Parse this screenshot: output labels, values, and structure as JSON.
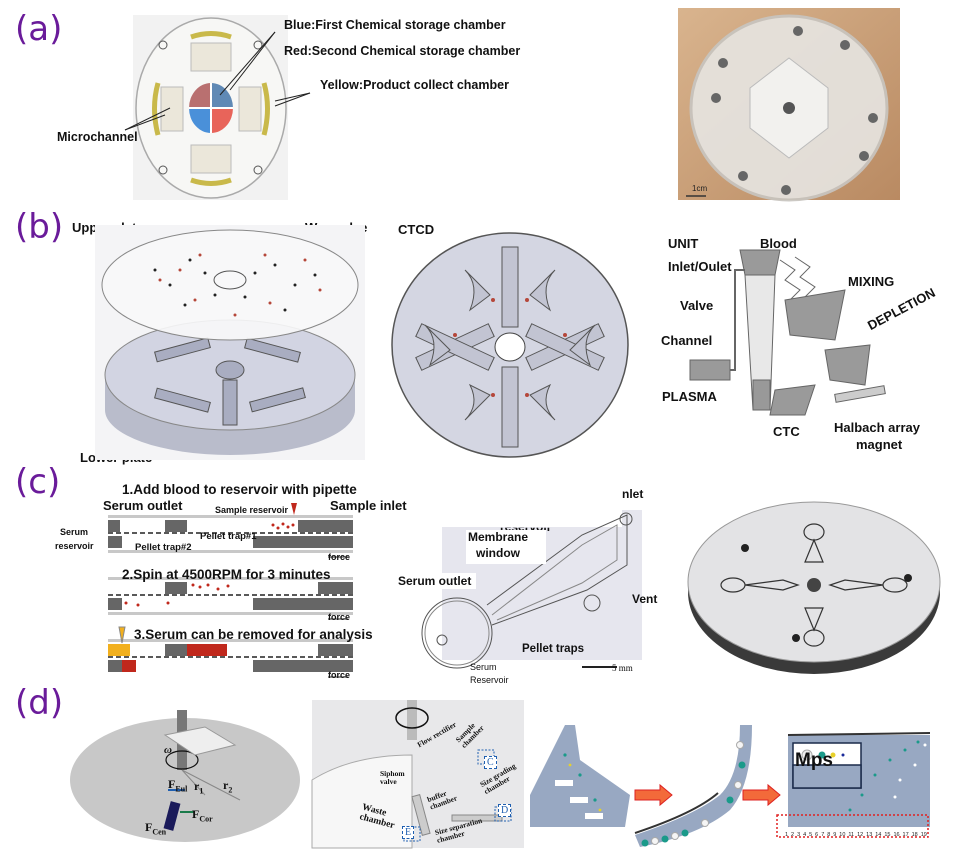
{
  "panels": {
    "a": {
      "label": "(a)",
      "diagram_labels": {
        "blue": "Blue:First Chemical storage chamber",
        "red": "Red:Second Chemical storage chamber",
        "yellow": "Yellow:Product collect chamber",
        "microchannel": "Microchannel"
      },
      "photo_scale": "1cm",
      "colors": {
        "blue": "#4a90d9",
        "red": "#e8645a",
        "yellow": "#c9b94a"
      }
    },
    "b": {
      "label": "(b)",
      "exploded_labels": {
        "upper": "Upper plate",
        "wax": "Wax valve",
        "lower": "Lower plate"
      },
      "disc_title": "CTCD",
      "unit_labels": {
        "unit": "UNIT",
        "blood": "Blood",
        "inlet": "Inlet/Oulet",
        "valve": "Valve",
        "mixing": "MIXING",
        "depletion": "DEPLETION",
        "channel": "Channel",
        "plasma": "PLASMA",
        "ctc": "CTC",
        "halbach": "Halbach array",
        "magnet": "magnet"
      }
    },
    "c": {
      "label": "(c)",
      "steps": [
        "1.Add blood to reservoir with pipette",
        "2.Spin at 4500RPM for 3 minutes",
        "3.Serum can be removed for analysis"
      ],
      "schematic_labels": {
        "serum_outlet": "Serum outlet",
        "sample_inlet": "Sample inlet",
        "sample_reservoir": "Sample reservoir",
        "trap1": "Pellet trap#1",
        "trap2": "Pellet trap#2",
        "serum": "Serum",
        "reservoir": "reservoir",
        "force": "force"
      },
      "cad_labels": {
        "inlet": "nlet",
        "reservoir": "reservoir",
        "membrane": "Membrane",
        "window": "window",
        "serum_outlet": "Serum outlet",
        "vent": "Vent",
        "pellet_traps": "Pellet traps",
        "serum": "Serum",
        "reservoir2": "Reservoir",
        "scale": "5 mm"
      }
    },
    "d": {
      "label": "(d)",
      "force_labels": {
        "omega": "ω",
        "f_eul": "F",
        "f_eul_sub": "Eul",
        "r1": "r",
        "r1_sub": "1",
        "r2": "r",
        "r2_sub": "2",
        "f_cor": "F",
        "f_cor_sub": "Cor",
        "f_cen": "F",
        "f_cen_sub": "Cen"
      },
      "chip_labels": {
        "flow_rectifier": "Flow rectifier",
        "sample_chamber": "Sample chamber",
        "siphon_valve": "Siphom valve",
        "buffer_chamber": "buffer chamber",
        "size_grading": "Size grading chamber",
        "waste_chamber": "Waste chamber",
        "size_separation": "Size separation chamber",
        "box_c": "C",
        "box_d": "D",
        "box_e": "E"
      },
      "mps_label": "Mps",
      "outlet_numbers": [
        "1",
        "2",
        "3",
        "4",
        "5",
        "6",
        "7",
        "8",
        "9",
        "10",
        "11",
        "12",
        "13",
        "14",
        "15",
        "16",
        "17",
        "18",
        "19"
      ]
    }
  }
}
